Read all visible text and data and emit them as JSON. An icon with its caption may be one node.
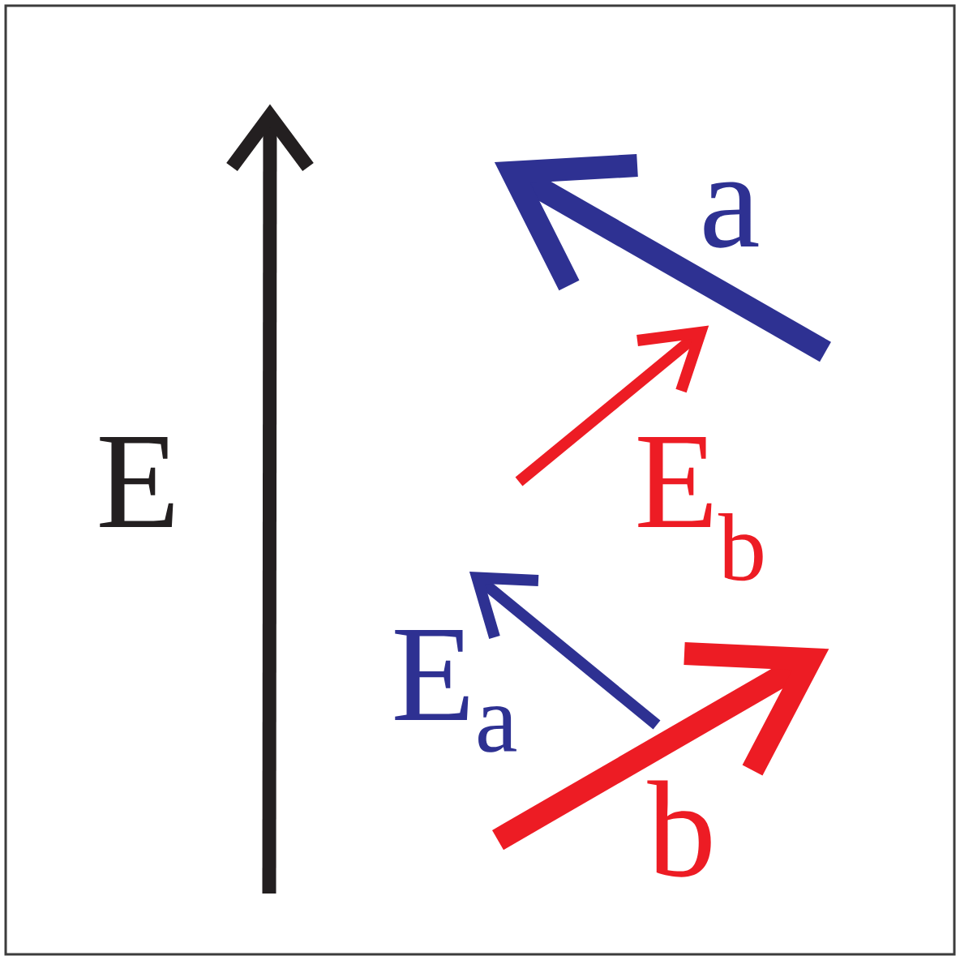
{
  "diagram": {
    "labels": [
      "a",
      "E",
      "E$_{b}$",
      "E$_{a}$",
      "b"
    ]
  }
}
